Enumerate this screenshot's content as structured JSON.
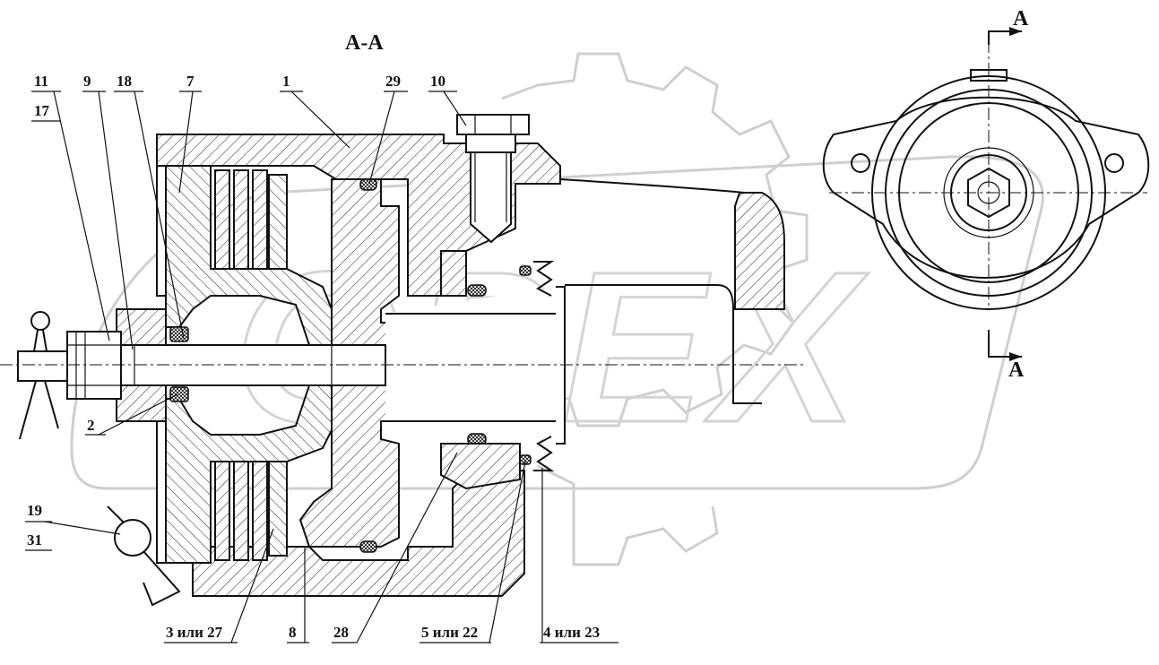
{
  "drawing": {
    "section_title": "А-А",
    "section_mark_top": "А",
    "section_mark_bottom": "А",
    "watermark": "OPEX"
  },
  "callouts": {
    "c11": "11",
    "c17": "17",
    "c9": "9",
    "c18": "18",
    "c7": "7",
    "c1": "1",
    "c29": "29",
    "c10": "10",
    "c2": "2",
    "c19": "19",
    "c31": "31",
    "c3": "3 или 27",
    "c8": "8",
    "c28": "28",
    "c5": "5 или 22",
    "c4": "4 или 23"
  }
}
